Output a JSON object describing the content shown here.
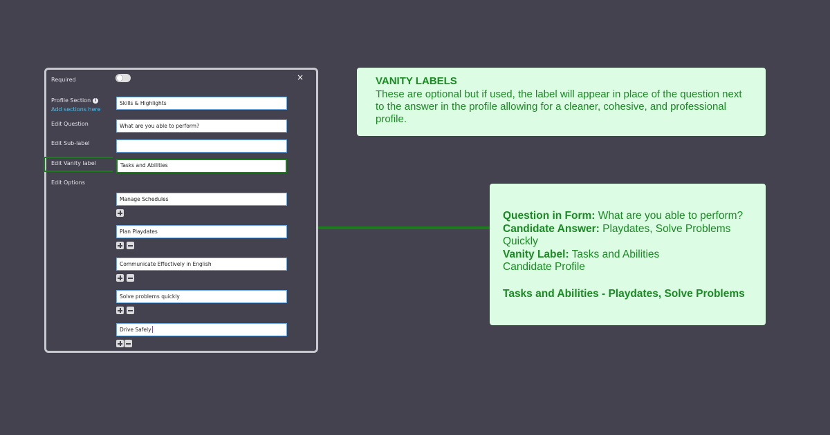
{
  "form": {
    "required_label": "Required",
    "close_glyph": "×",
    "profile_section_label": "Profile Section",
    "info_glyph": "i",
    "add_sections_link": "Add sections here",
    "profile_section_value": "Skills & Highlights",
    "edit_question_label": "Edit Question",
    "question_value": "What are you able to perform?",
    "edit_sublabel_label": "Edit Sub-label",
    "sublabel_value": "",
    "edit_vanity_label": "Edit Vanity label",
    "vanity_value": "Tasks and Abilities",
    "edit_options_label": "Edit Options",
    "options": [
      "Manage Schedules",
      "Plan Playdates",
      "Communicate Effectively in English",
      "Solve problems quickly",
      "Drive Safely"
    ]
  },
  "info_card": {
    "title": "VANITY LABELS",
    "body": "These are optional but if used, the label will appear in place of the question next to the answer in the profile allowing for a cleaner, cohesive, and professional profile."
  },
  "example_card": {
    "question_label": "Question in Form:",
    "question_value": "What are you able to perform?",
    "answer_label": "Candidate Answer:",
    "answer_value": "Playdates, Solve Problems Quickly",
    "vanity_label": "Vanity Label:",
    "vanity_value": "Tasks and Abilities",
    "profile_heading": "Candidate Profile",
    "result": "Tasks and Abilities - Playdates, Solve Problems"
  },
  "colors": {
    "background": "#43424e",
    "accent_green": "#1e7a1e",
    "card_bg": "#dcfde4",
    "link_blue": "#54c1f0"
  }
}
